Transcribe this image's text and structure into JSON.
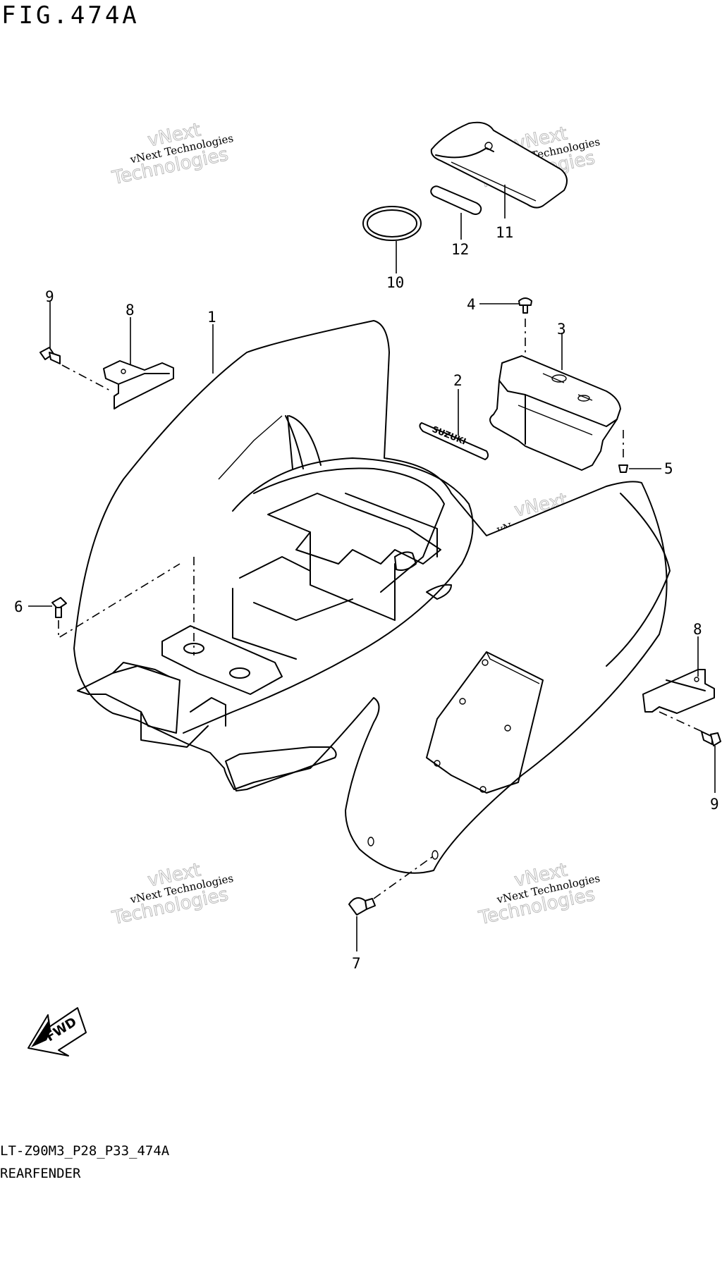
{
  "figure": {
    "title": "FIG.474A"
  },
  "footer": {
    "code": "LT-Z90M3_P28_P33_474A",
    "name": "REARFENDER"
  },
  "watermark": {
    "line1": "vNext",
    "line2": "vNext Technologies",
    "line3": "Technologies"
  },
  "fwd_label": "FWD",
  "emblem_text": "SUZUKI",
  "callouts": {
    "p1": "1",
    "p2": "2",
    "p3": "3",
    "p4": "4",
    "p5": "5",
    "p6": "6",
    "p7": "7",
    "p8a": "8",
    "p8b": "8",
    "p9a": "9",
    "p9b": "9",
    "p10": "10",
    "p11": "11",
    "p12": "12"
  }
}
